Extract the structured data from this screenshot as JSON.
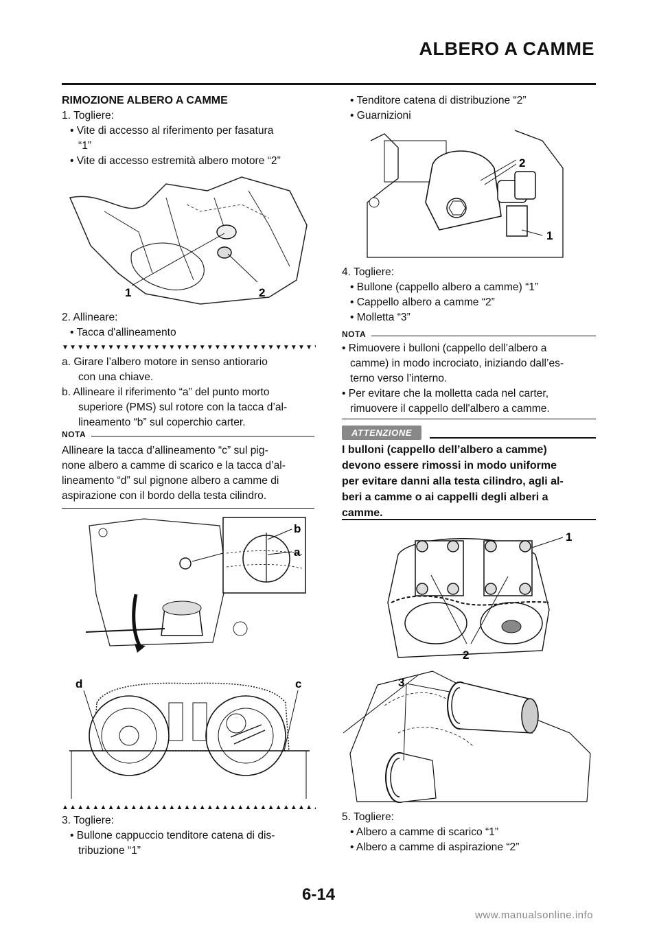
{
  "header": {
    "title": "ALBERO A CAMME"
  },
  "left": {
    "section_title": "RIMOZIONE ALBERO A CAMME",
    "step1": "1. Togliere:",
    "step1_items": [
      "• Vite di accesso al riferimento per fasatura",
      "“1”",
      "• Vite di accesso estremità albero motore “2”"
    ],
    "fig1_labels": [
      "1",
      "2"
    ],
    "step2": "2. Allineare:",
    "step2_items": [
      "• Tacca d'allineamento"
    ],
    "triangles_down": "▼▼▼▼▼▼▼▼▼▼▼▼▼▼▼▼▼▼▼▼▼▼▼▼▼▼▼▼▼▼▼▼▼▼▼",
    "sub_a_1": "a. Girare l’albero motore in senso antiorario",
    "sub_a_2": "con una chiave.",
    "sub_b_1": "b. Allineare il riferimento “a” del punto morto",
    "sub_b_2": "superiore (PMS) sul rotore con la tacca d’al-",
    "sub_b_3": "lineamento “b” sul coperchio carter.",
    "nota_label": "NOTA",
    "nota_lines": [
      "Allineare la tacca d’allineamento “c” sul pig-",
      "none albero a camme di scarico e la tacca d’al-",
      "lineamento “d” sul pignone albero a camme di",
      "aspirazione con il bordo della testa cilindro."
    ],
    "fig2_labels": [
      "b",
      "a"
    ],
    "fig3_labels": [
      "d",
      "c"
    ],
    "triangles_up": "▲▲▲▲▲▲▲▲▲▲▲▲▲▲▲▲▲▲▲▲▲▲▲▲▲▲▲▲▲▲▲▲▲▲▲",
    "step3": "3. Togliere:",
    "step3_items": [
      "• Bullone cappuccio tenditore catena di dis-",
      "tribuzione “1”"
    ]
  },
  "right": {
    "cont_items": [
      "• Tenditore catena di distribuzione “2”",
      "• Guarnizioni"
    ],
    "fig4_labels": [
      "2",
      "1"
    ],
    "step4": "4. Togliere:",
    "step4_items": [
      "• Bullone (cappello albero a camme) “1”",
      "• Cappello albero a camme “2”",
      "• Molletta “3”"
    ],
    "nota_label": "NOTA",
    "nota_items": [
      "• Rimuovere i bulloni (cappello dell’albero a",
      "camme) in modo incrociato, iniziando dall’es-",
      "terno verso l’interno.",
      "• Per evitare che la molletta cada nel carter,",
      "rimuovere il cappello dell'albero a camme."
    ],
    "attention_label": "ATTENZIONE",
    "attention_lines": [
      "I bulloni (cappello dell’albero a camme)",
      "devono essere rimossi in modo uniforme",
      "per evitare danni alla testa cilindro, agli al-",
      "beri a camme o ai cappelli degli alberi a",
      "camme."
    ],
    "fig5_labels": [
      "1",
      "2",
      "3"
    ],
    "step5": "5. Togliere:",
    "step5_items": [
      "• Albero a camme di scarico “1”",
      "• Albero a camme di aspirazione “2”"
    ]
  },
  "footer": {
    "page_number": "6-14",
    "watermark": "www.manualsonline.info"
  }
}
